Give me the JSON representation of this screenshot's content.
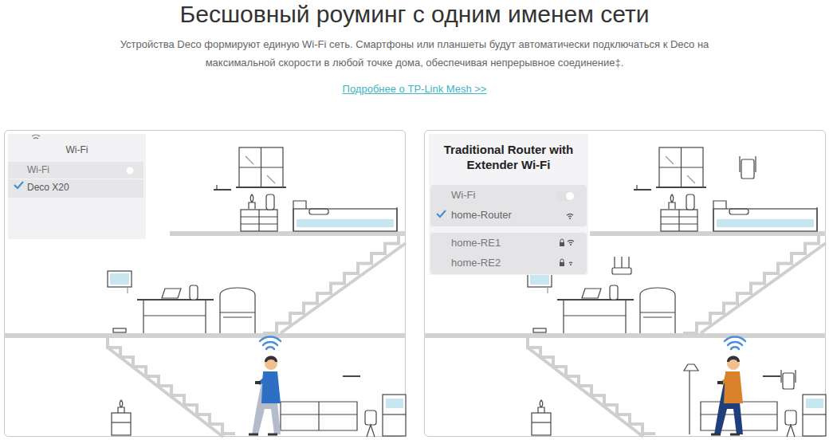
{
  "diagram": {
    "title": "Бесшовный роуминг с одним именем сети",
    "caption": "Устройства Deco формируют единую Wi-Fi сеть. Смартфоны или планшеты будут автоматически подключаться к Deco на максимальной скорости в любой точке дома, обеспечивая непрерывное соединение‡.",
    "nodes": [
      {
        "text": [
          "Wi-Fi"
        ]
      },
      {
        "text": [
          "Wi-Fi"
        ],
        "in": 0
      },
      {
        "text": [
          "Deco X20"
        ],
        "in": 0
      },
      {
        "text": [
          "Traditional Router with Extender Wi-Fi"
        ]
      },
      {
        "text": [
          "Wi-Fi"
        ],
        "in": 3
      },
      {
        "text": [
          "home-Router"
        ],
        "in": 3
      },
      {
        "text": [
          "home-RE1"
        ],
        "in": 3
      },
      {
        "text": [
          "home-RE2"
        ],
        "in": 3
      }
    ],
    "labels": [
      "Подробнее о TP-Link Mesh >>"
    ]
  }
}
